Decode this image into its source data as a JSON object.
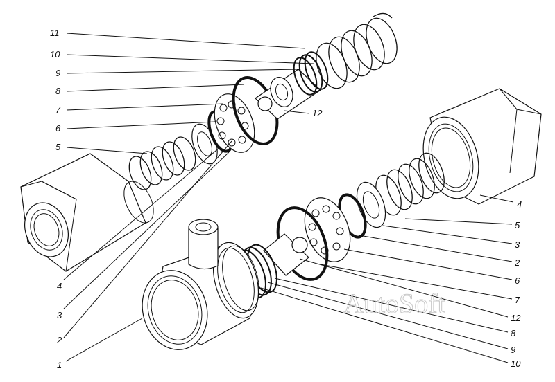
{
  "labels": {
    "upper": {
      "l11": "11",
      "l10": "10",
      "l9": "9",
      "l8": "8",
      "l7": "7",
      "l6": "6",
      "l5": "5",
      "l12": "12",
      "l4": "4",
      "l3": "3",
      "l2": "2",
      "l1": "1"
    },
    "lower": {
      "l4": "4",
      "l5": "5",
      "l3": "3",
      "l2": "2",
      "l6": "6",
      "l7": "7",
      "l12": "12",
      "l8": "8",
      "l9": "9",
      "l10": "10"
    }
  },
  "watermark": "AutoSoft"
}
